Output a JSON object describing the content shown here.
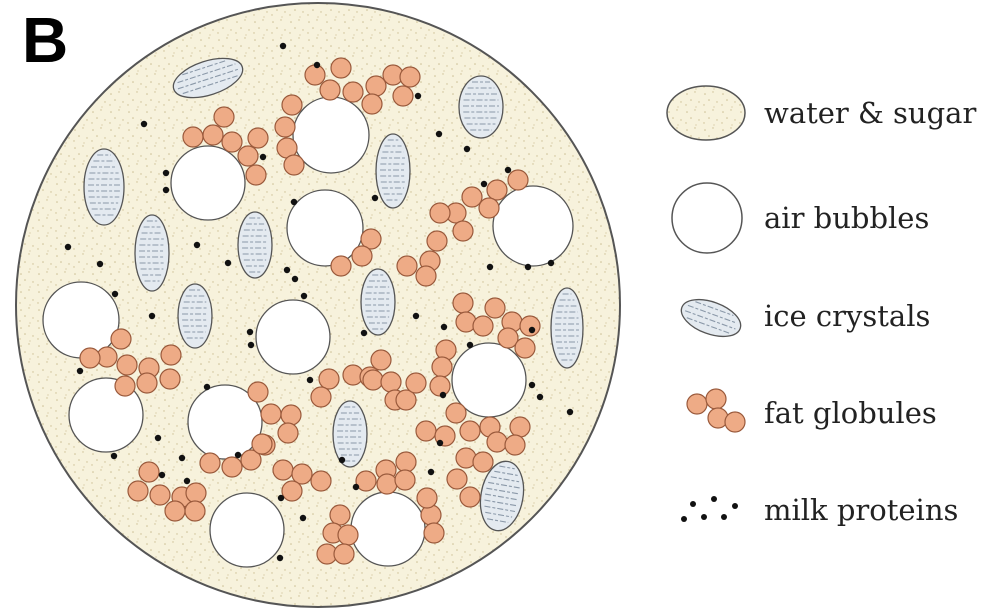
{
  "panel_label": "B",
  "colors": {
    "matrix_fill": "#f7f2dc",
    "matrix_speckle": "#cdbf94",
    "outline": "#555555",
    "air_fill": "#ffffff",
    "ice_fill": "#e4eaf0",
    "ice_stripe": "#8a98a8",
    "fat_fill": "#eeab86",
    "fat_stroke": "#9a5a3c",
    "protein": "#111111"
  },
  "legend": [
    {
      "label": "water & sugar",
      "icon": "water-sugar-icon"
    },
    {
      "label": "air bubbles",
      "icon": "air-bubble-icon"
    },
    {
      "label": "ice crystals",
      "icon": "ice-crystal-icon"
    },
    {
      "label": "fat globules",
      "icon": "fat-globule-icon"
    },
    {
      "label": "milk proteins",
      "icon": "milk-protein-icon"
    }
  ]
}
